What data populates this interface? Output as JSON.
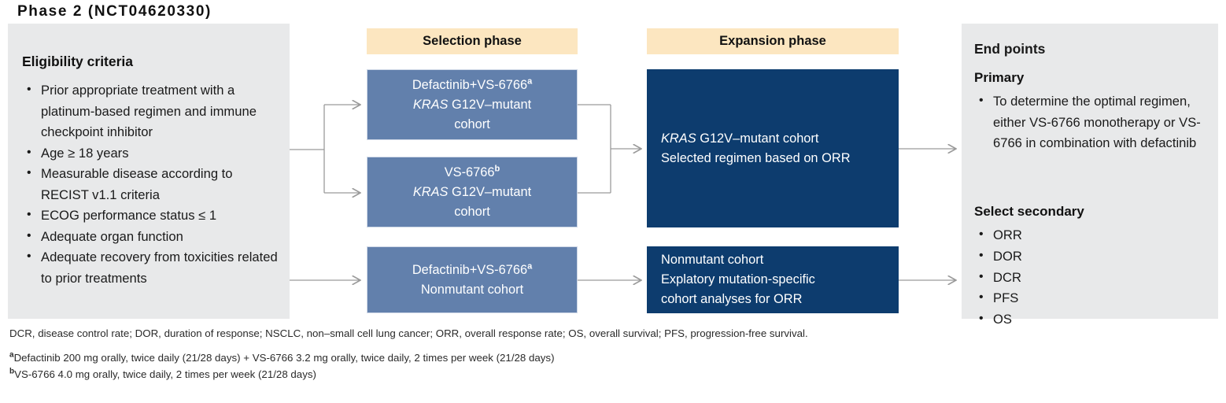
{
  "title": "Phase 2 (NCT04620330)",
  "eligibility": {
    "heading": "Eligibility criteria",
    "items": [
      "Prior appropriate treatment with a platinum-based regimen and immune checkpoint inhibitor",
      "Age ≥ 18 years",
      "Measurable disease according to RECIST v1.1 criteria",
      "ECOG performance status ≤ 1",
      "Adequate organ function",
      "Adequate recovery from toxicities related to prior treatments"
    ]
  },
  "phases": {
    "selection_label": "Selection phase",
    "expansion_label": "Expansion phase"
  },
  "boxes": {
    "selection_1": {
      "line1": "Defactinib+VS-6766",
      "line1_sup": "a",
      "gene": "KRAS",
      "line2_rest": " G12V–mutant",
      "line3": "cohort"
    },
    "selection_2": {
      "line1": "VS-6766",
      "line1_sup": "b",
      "gene": "KRAS",
      "line2_rest": " G12V–mutant",
      "line3": "cohort"
    },
    "selection_3": {
      "line1": "Defactinib+VS-6766",
      "line1_sup": "a",
      "line2": "Nonmutant cohort"
    },
    "expansion_1": {
      "gene": "KRAS",
      "line1_rest": " G12V–mutant cohort",
      "line2": "Selected regimen based on ORR"
    },
    "expansion_2": {
      "line1": "Nonmutant cohort",
      "line2": "Explatory mutation-specific",
      "line3": "cohort analyses for ORR"
    }
  },
  "endpoints": {
    "heading": "End points",
    "primary_heading": "Primary",
    "primary_items": [
      "To determine the optimal regimen, either VS-6766 monotherapy or VS-6766 in combination with defactinib"
    ],
    "secondary_heading": "Select secondary",
    "secondary_items": [
      "ORR",
      "DOR",
      "DCR",
      "PFS",
      "OS"
    ]
  },
  "footnotes": {
    "abbreviations": "DCR, disease control rate; DOR, duration of response; NSCLC, non–small cell lung cancer; ORR, overall response rate; OS, overall survival; PFS, progression-free survival.",
    "a_marker": "a",
    "a_text": "Defactinib 200 mg orally, twice daily (21/28 days) + VS-6766 3.2 mg orally, twice daily, 2 times per week (21/28 days)",
    "b_marker": "b",
    "b_text": "VS-6766 4.0 mg orally, twice daily, 2 times per week (21/28 days)"
  },
  "colors": {
    "panel_grey": "#e8e9ea",
    "phase_header_cream": "#fce6c0",
    "box_blue": "#6280ac",
    "box_navy": "#0d3c6e",
    "connector_grey": "#9a9a9a"
  }
}
